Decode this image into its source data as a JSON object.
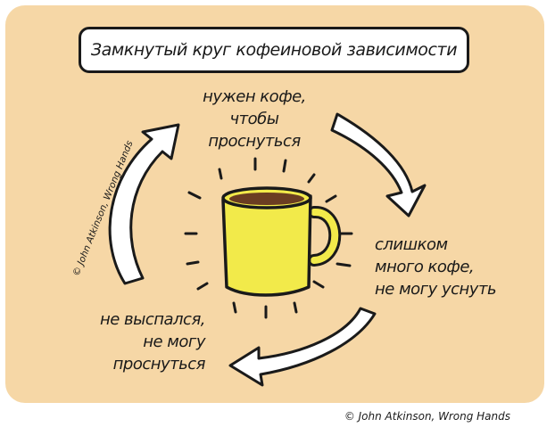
{
  "title": "Замкнутый круг кофеиновой зависимости",
  "cycle": {
    "top": [
      "нужен кофе,",
      "чтобы",
      "проснуться"
    ],
    "right": [
      "слишком",
      "много кофе,",
      "не могу уснуть"
    ],
    "left": [
      "не выспался,",
      "не могу",
      "проснуться"
    ]
  },
  "credits": {
    "vertical": "© John Atkinson, Wrong Hands",
    "bottom": "© John Atkinson, Wrong Hands"
  },
  "colors": {
    "background": "#f6d7a6",
    "mug": "#f2ea4a",
    "coffee": "#6b3d22",
    "ink": "#1a1a1a"
  }
}
